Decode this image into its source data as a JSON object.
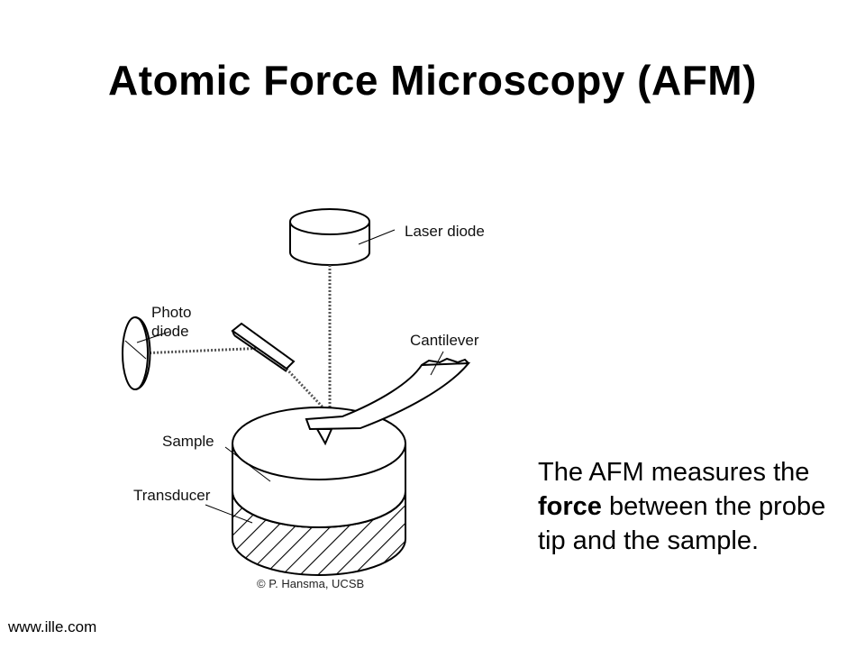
{
  "title": "Atomic Force Microscopy (AFM)",
  "diagram": {
    "labels": {
      "laser_diode": "Laser diode",
      "photo_diode_line1": "Photo",
      "photo_diode_line2": "diode",
      "cantilever": "Cantilever",
      "sample": "Sample",
      "transducer": "Transducer"
    },
    "credit": "© P. Hansma, UCSB"
  },
  "description": {
    "before": "The AFM measures the ",
    "emphasis": "force",
    "after": " between the probe tip and the sample."
  },
  "footer": "www.ille.com"
}
